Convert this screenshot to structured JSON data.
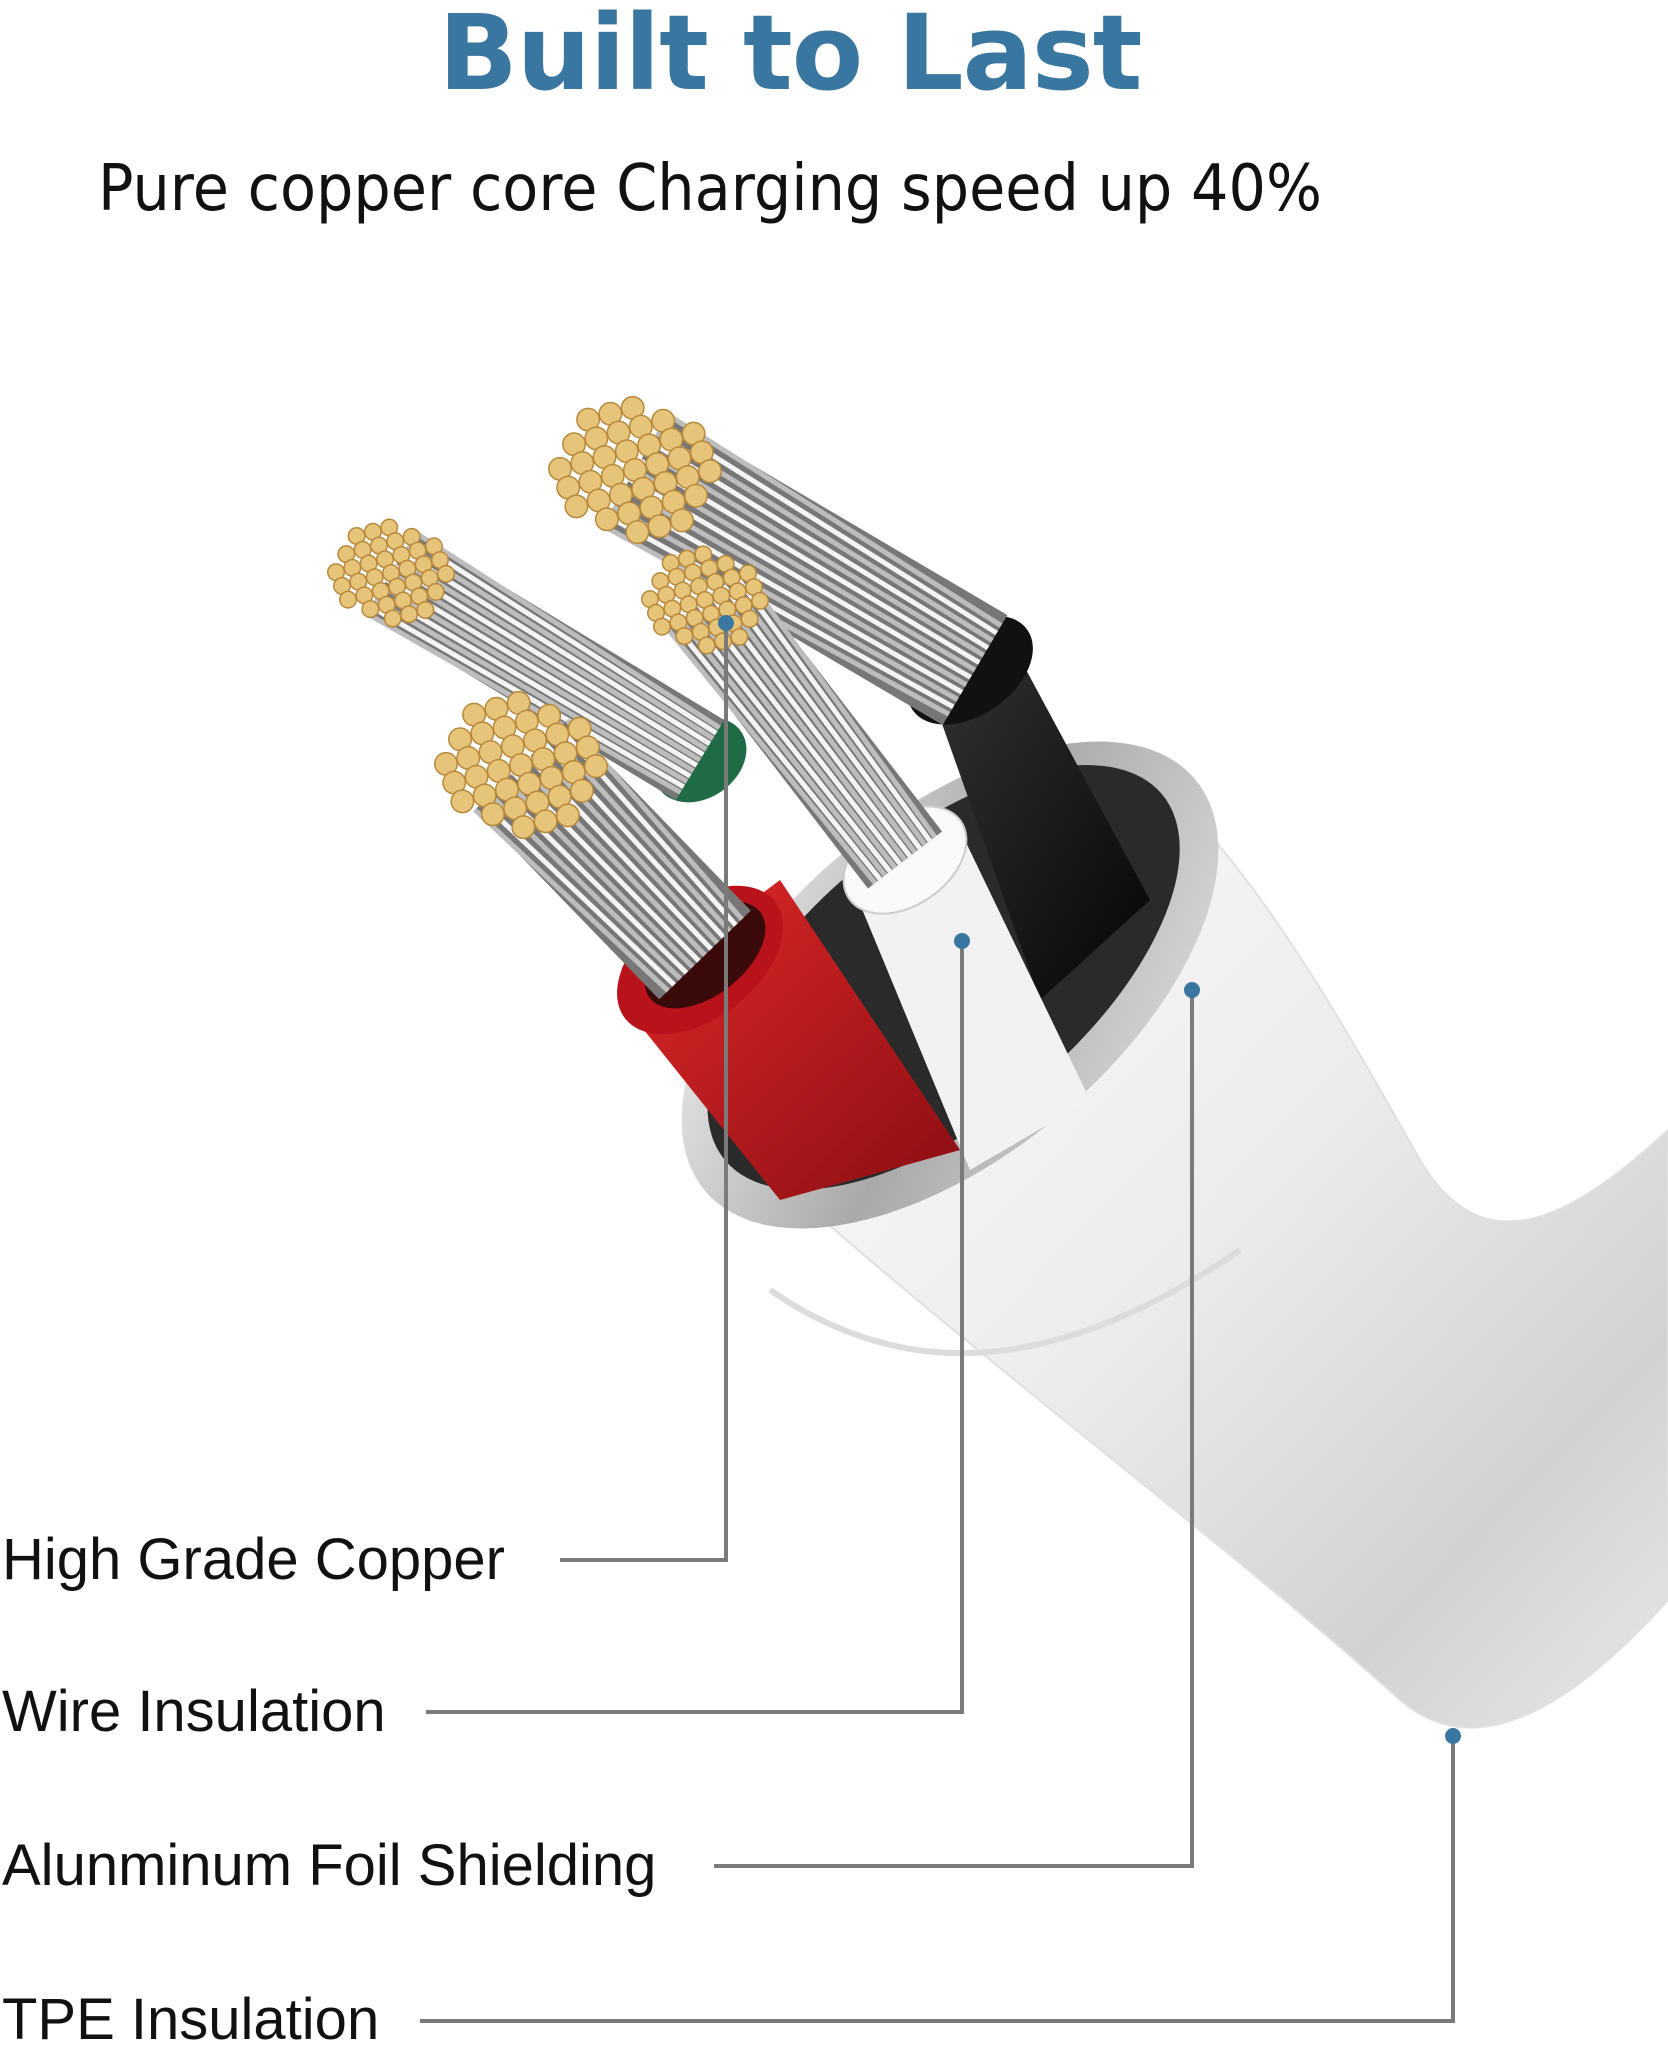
{
  "header": {
    "title": "Built to Last",
    "subtitle": "Pure copper core Charging speed up 40%"
  },
  "callouts": [
    {
      "label": "High Grade Copper"
    },
    {
      "label": "Wire Insulation"
    },
    {
      "label": "Alunminum Foil Shielding"
    },
    {
      "label": "TPE Insulation"
    }
  ],
  "colors": {
    "title": "#3a77a0",
    "callout_dot": "#3a77a0",
    "callout_line": "#7a7a7a",
    "copper": "#e6c47a",
    "red_insulation": "#c0141b",
    "black_insulation": "#151515",
    "green_insulation": "#1f6b45",
    "white_insulation": "#f2f2f2"
  }
}
